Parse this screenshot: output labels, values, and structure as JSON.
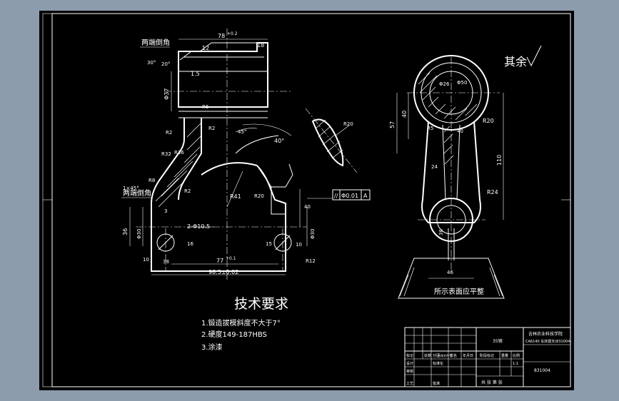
{
  "colors": {
    "background": "#8d9cad",
    "paper": "#000000",
    "ink": "#ffffff"
  },
  "front_view": {
    "top_note": "两端倒角",
    "left_note": "两端倒角",
    "dims": {
      "top_width": "78",
      "top_tol": "+0.2",
      "d18": "18",
      "d12": "12",
      "d30": "30°",
      "d20": "20°",
      "d15": "1.5",
      "bore": "Φ37",
      "r_top": "R",
      "r6": "R6",
      "r2a": "R2",
      "r2b": "R2",
      "r36": "R36",
      "r32": "R32",
      "r8": "R8",
      "r2c": "R2",
      "r20": "R20",
      "r12": "R12",
      "d45": "45°",
      "d40": "40°",
      "d1x45": "1×45°",
      "bore_small": "Φ30",
      "hole_note": "2-Φ10.5",
      "d36": "36",
      "d77": "77",
      "d77_tol": "+0.1",
      "d985": "98.5±0.02",
      "d38": "38",
      "d16": "16",
      "d10": "10",
      "d10b": "10",
      "d40v": "40",
      "d15v": "15",
      "bore_right": "Φ30",
      "c3": "3",
      "r41": "R41"
    },
    "section_label": "R20"
  },
  "tolerance_frame": {
    "symbol": "//",
    "value": "Φ0.01",
    "datum": "A"
  },
  "side_view": {
    "roughness_note": "其余",
    "dims": {
      "d57": "57",
      "d40": "40",
      "r20": "R20",
      "r5": "R5",
      "d110": "110",
      "d24": "24",
      "r24": "R24",
      "d40b": "40",
      "d46": "46",
      "phi50": "Φ50",
      "phi26": "Φ26",
      "d36": "36"
    },
    "plane_note": "所示表面应平整"
  },
  "tech_requirements": {
    "title": "技术要求",
    "items": [
      "1.锻造拔模斜度不大于7°",
      "2.硬度149-187HBS",
      "3.涂漆"
    ]
  },
  "title_block": {
    "school": "吉林农业科技学院",
    "drawing_name": "CA6140 车床拨叉(831004)",
    "part_no": "831004",
    "material": "35钢",
    "rows": [
      [
        "标记",
        "处数",
        "分区",
        "更改文件号",
        "签名",
        "年月日"
      ],
      [
        "设计",
        "",
        "",
        "标准化",
        "",
        ""
      ],
      [
        "审核",
        "",
        "",
        "",
        "",
        ""
      ],
      [
        "工艺",
        "",
        "",
        "批准",
        "",
        ""
      ]
    ],
    "stage_label": "阶段标记",
    "weight_label": "重量",
    "scale_label": "比例",
    "scale_value": "1:1",
    "sheet_label": "共 张 第 张"
  }
}
